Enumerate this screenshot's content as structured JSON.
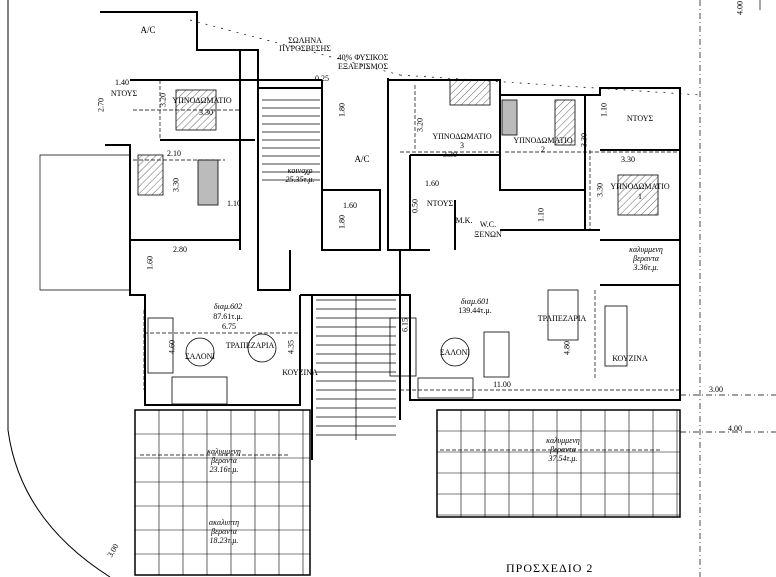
{
  "title": "ΠΡΟΣΧΕΔΙΟ 2",
  "notes": {
    "pipe": [
      "ΣΩΛΗΝΑ",
      "ΠΥΡΟΣΒΕΣΗΣ"
    ],
    "vent": [
      "40% ΦΥΣΙΚΟΣ",
      "ΕΞΑΕΡΙΣΜΟΣ"
    ],
    "ac_left": "A/C",
    "ac_center": "A/C"
  },
  "apartment_602": {
    "label": "διαμ.602",
    "area": "87.61τ.μ.",
    "rooms": {
      "bedroom": "ΥΠΝΟΔΩΜΑΤΙΟ",
      "shower": "ΝΤΟΥΣ",
      "living": "ΣΑΛΟΝΙ",
      "dining": "ΤΡΑΠΕΖΑΡΙΑ",
      "kitchen": "ΚΟΥΖΙΝΑ"
    },
    "dims": [
      "1.40",
      "2.70",
      "3.20",
      "3.30",
      "2.10",
      "3.30",
      "1.10",
      "2.80",
      "1.60",
      "6.75",
      "4.60",
      "4.35"
    ]
  },
  "common": {
    "label": "κοινοχρ",
    "area": "25.35τ.μ.",
    "dims": [
      "0.25",
      "1.80",
      "1.60",
      "1.80"
    ]
  },
  "apartment_601": {
    "label": "διαμ.601",
    "area": "139.44τ.μ.",
    "rooms": {
      "bedroom3": [
        "ΥΠΝΟΔΩΜΑΤΙΟ",
        "3"
      ],
      "bedroom2": [
        "ΥΠΝΟΔΩΜΑΤΙΟ",
        "2"
      ],
      "bedroom1": [
        "ΥΠΝΟΔΩΜΑΤΙΟ",
        "1"
      ],
      "shower1": "ΝΤΟΥΣ",
      "shower2": "ΝΤΟΥΣ",
      "storage": "Μ.Κ.",
      "wc": [
        "W.C.",
        "ΞΕΝΩΝ"
      ],
      "living": "ΣΑΛΟΝΙ",
      "dining": "ΤΡΑΠΕΖΑΡΙΑ",
      "kitchen": "ΚΟΥΖΙΝΑ"
    },
    "dims": [
      "3.20",
      "3.30",
      "3.30",
      "1.10",
      "3.30",
      "3.30",
      "1.60",
      "0.50",
      "1.10",
      "6.15",
      "4.80",
      "11.00"
    ]
  },
  "verandas": [
    {
      "lines": [
        "καλυμμενη",
        "βεραντα",
        "3.36τ.μ."
      ]
    },
    {
      "lines": [
        "καλυμμενη",
        "βεραντα",
        "23.16τ.μ."
      ]
    },
    {
      "lines": [
        "καλυμμενη",
        "βεραντα",
        "37.54τ.μ."
      ]
    },
    {
      "lines": [
        "ακαλυπτη",
        "βεραντα",
        "18.23τ.μ."
      ]
    }
  ],
  "setbacks": [
    "3.00",
    "4.00",
    "4.00",
    "3.00"
  ]
}
